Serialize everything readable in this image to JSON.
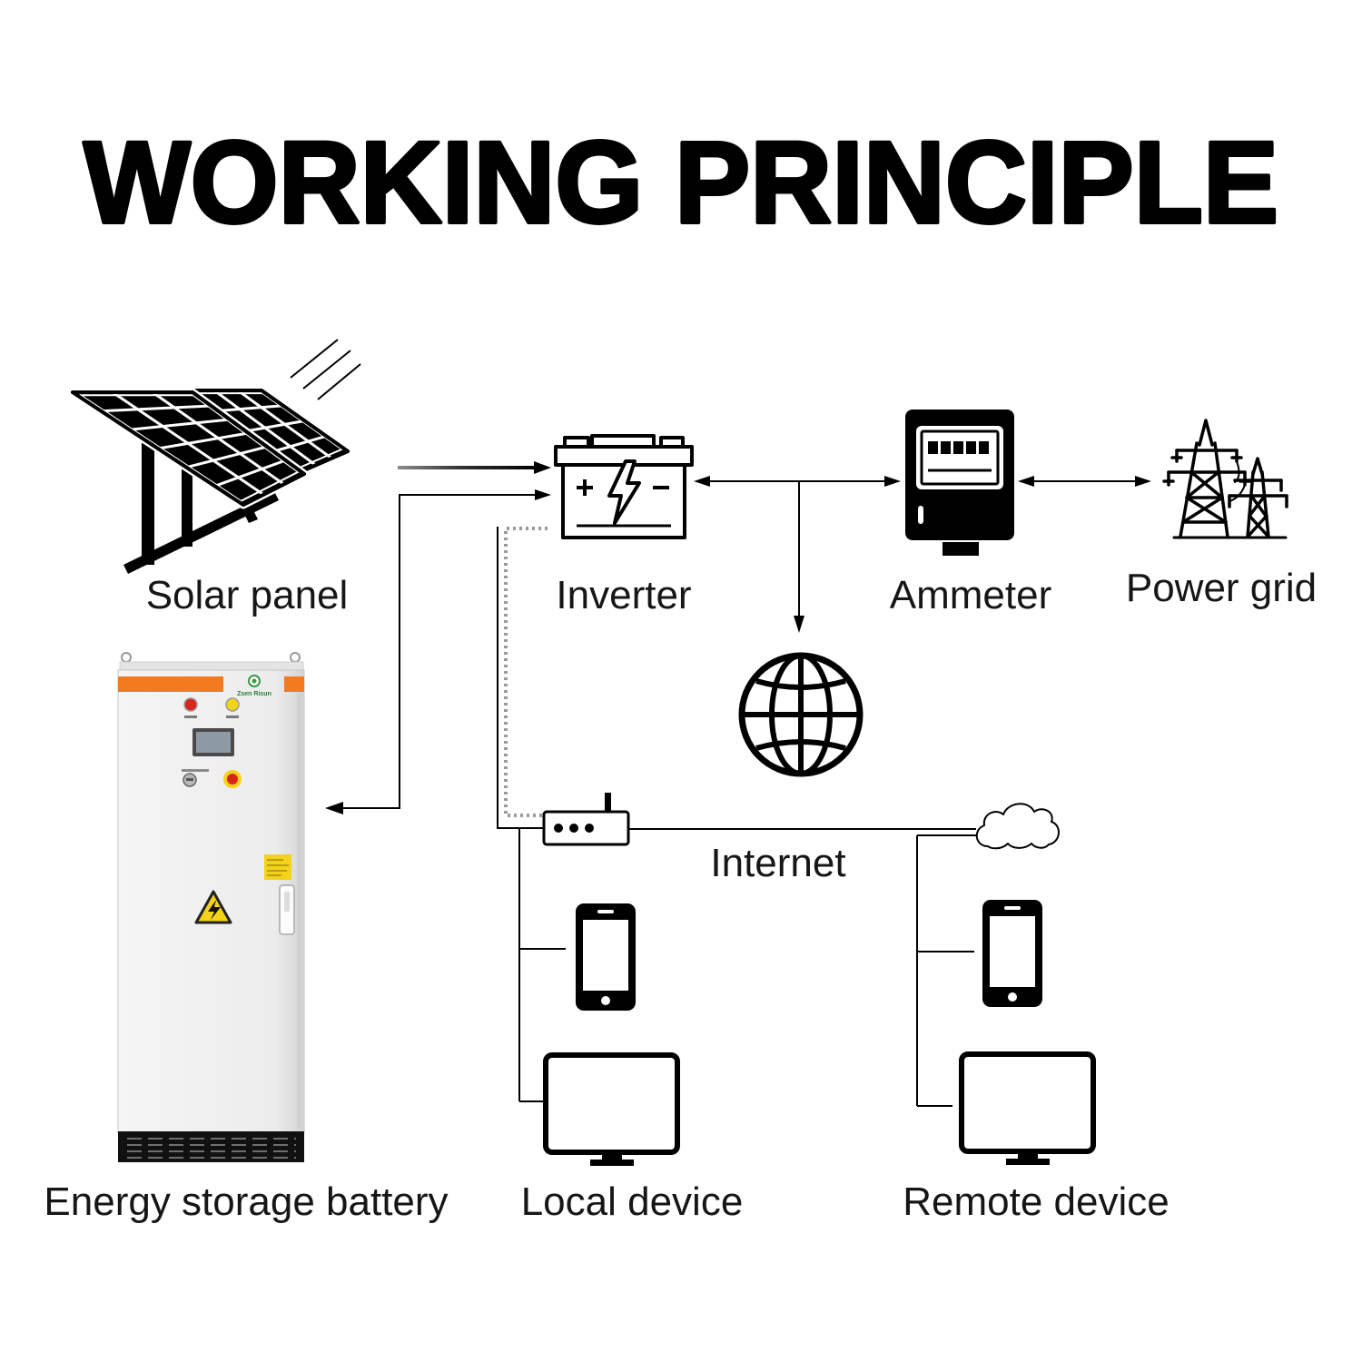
{
  "title": "WORKING PRINCIPLE",
  "solar_panel": {
    "label": "Solar panel",
    "icon": "solar-panel-icon"
  },
  "inverter": {
    "label": "Inverter",
    "icon": "car-battery-icon"
  },
  "ammeter": {
    "label": "Ammeter",
    "icon": "electric-meter-icon"
  },
  "power_grid": {
    "label": "Power grid",
    "icon": "transmission-tower-icon"
  },
  "globe": {
    "icon": "globe-icon"
  },
  "energy_storage": {
    "label": "Energy storage battery",
    "icon": "battery-cabinet-icon",
    "brand": "Zsen Risun"
  },
  "internet": {
    "label": "Internet",
    "router_icon": "router-icon",
    "cloud_icon": "cloud-icon"
  },
  "local_device": {
    "label": "Local device",
    "icons": [
      "smartphone-icon",
      "monitor-icon"
    ]
  },
  "remote_device": {
    "label": "Remote device",
    "icons": [
      "smartphone-icon",
      "monitor-icon"
    ]
  },
  "colors": {
    "background": "#FFFFFF",
    "ink": "#000000",
    "cabinet_stripe": "#F47A20",
    "warning_yellow": "#F5D21A",
    "stop_red": "#D9261C",
    "dotted_link": "#9A9A9A"
  }
}
